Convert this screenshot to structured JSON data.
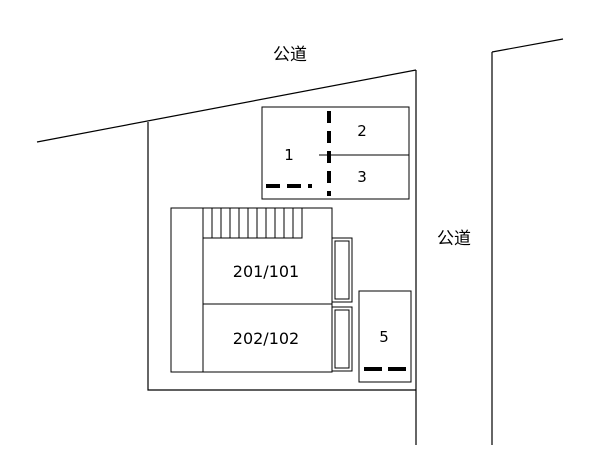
{
  "labels": {
    "road_top": "公道",
    "road_right": "公道",
    "unit_upper": "201/101",
    "unit_lower": "202/102"
  },
  "parking": {
    "space_1": "1",
    "space_2": "2",
    "space_3": "3",
    "space_5": "5"
  },
  "colors": {
    "stroke": "#000000",
    "background": "#ffffff"
  }
}
